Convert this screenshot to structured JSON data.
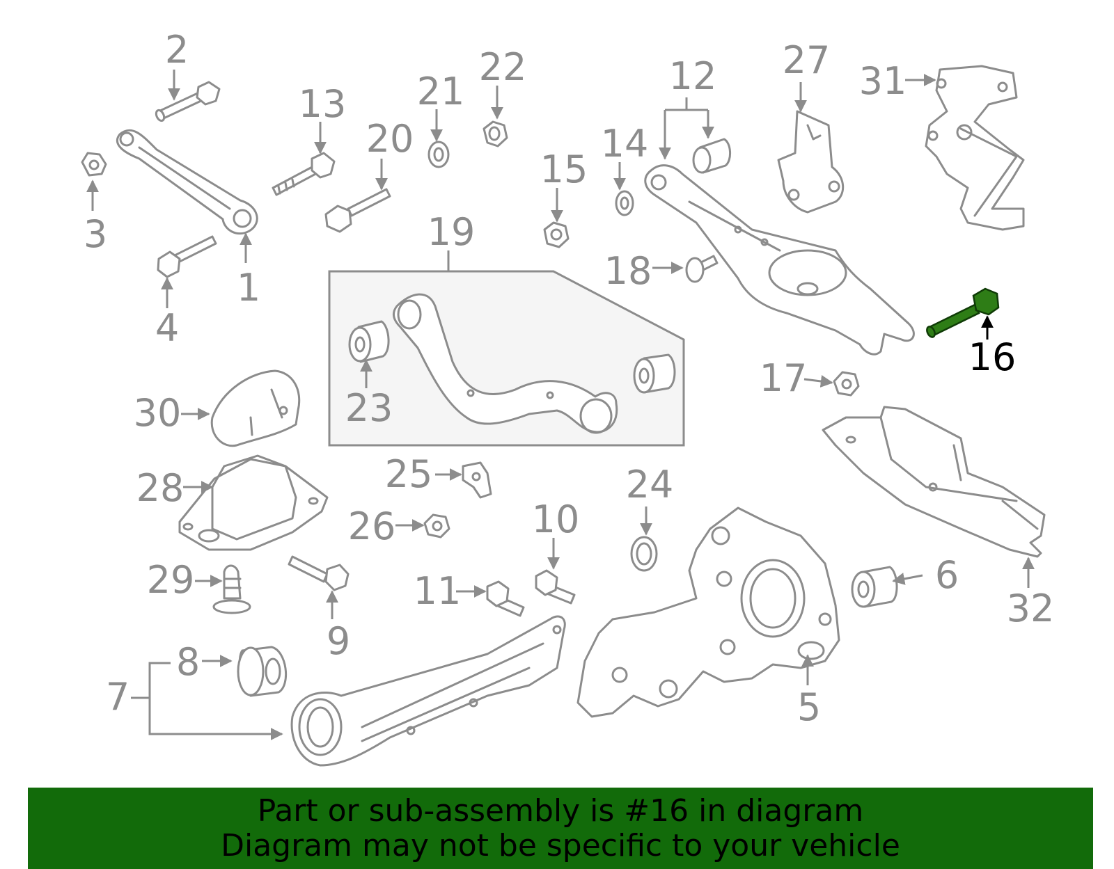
{
  "diagram": {
    "highlighted_part": "16",
    "colors": {
      "line": "#8c8c8c",
      "highlight": "#2e7d16",
      "banner": "#126b0a",
      "highlight_label": "#000000"
    },
    "callouts": [
      {
        "id": "c1",
        "label": "1"
      },
      {
        "id": "c2",
        "label": "2"
      },
      {
        "id": "c3",
        "label": "3"
      },
      {
        "id": "c4",
        "label": "4"
      },
      {
        "id": "c5",
        "label": "5"
      },
      {
        "id": "c6",
        "label": "6"
      },
      {
        "id": "c7",
        "label": "7"
      },
      {
        "id": "c8",
        "label": "8"
      },
      {
        "id": "c9",
        "label": "9"
      },
      {
        "id": "c10",
        "label": "10"
      },
      {
        "id": "c11",
        "label": "11"
      },
      {
        "id": "c12",
        "label": "12"
      },
      {
        "id": "c13",
        "label": "13"
      },
      {
        "id": "c14",
        "label": "14"
      },
      {
        "id": "c15",
        "label": "15"
      },
      {
        "id": "c16",
        "label": "16"
      },
      {
        "id": "c17",
        "label": "17"
      },
      {
        "id": "c18",
        "label": "18"
      },
      {
        "id": "c19",
        "label": "19"
      },
      {
        "id": "c20",
        "label": "20"
      },
      {
        "id": "c21",
        "label": "21"
      },
      {
        "id": "c22",
        "label": "22"
      },
      {
        "id": "c23",
        "label": "23"
      },
      {
        "id": "c24",
        "label": "24"
      },
      {
        "id": "c25",
        "label": "25"
      },
      {
        "id": "c26",
        "label": "26"
      },
      {
        "id": "c27",
        "label": "27"
      },
      {
        "id": "c28",
        "label": "28"
      },
      {
        "id": "c29",
        "label": "29"
      },
      {
        "id": "c30",
        "label": "30"
      },
      {
        "id": "c31",
        "label": "31"
      },
      {
        "id": "c32",
        "label": "32"
      }
    ]
  },
  "banner": {
    "line1": "Part or sub-assembly is #16 in diagram",
    "line2": "Diagram may not be specific to your vehicle"
  }
}
